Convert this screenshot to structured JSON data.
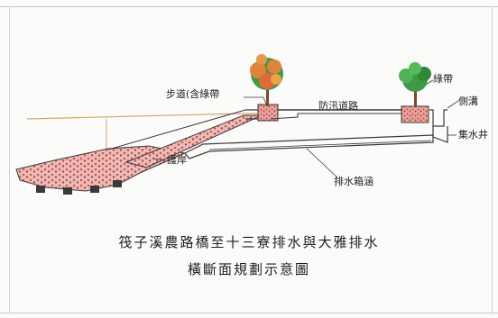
{
  "labels": {
    "sidewalk": "步道(含綠帶",
    "green_belt": "綠帶",
    "side_ditch": "側溝",
    "flood_road": "防汛道路",
    "catch_well": "集水井",
    "revetment": "護岸",
    "box_culvert": "排水箱涵"
  },
  "title": {
    "line1": "筏子溪農路橋至十三寮排水與大雅排水",
    "line2": "橫斷面規劃示意圖"
  },
  "colors": {
    "fill_pink": "#e8b4b0",
    "fill_red": "#c9504a",
    "line": "#3a3a3a",
    "water_line": "#d9a36a",
    "tree_green": "#3f9a45",
    "tree_orange": "#e0843a"
  }
}
